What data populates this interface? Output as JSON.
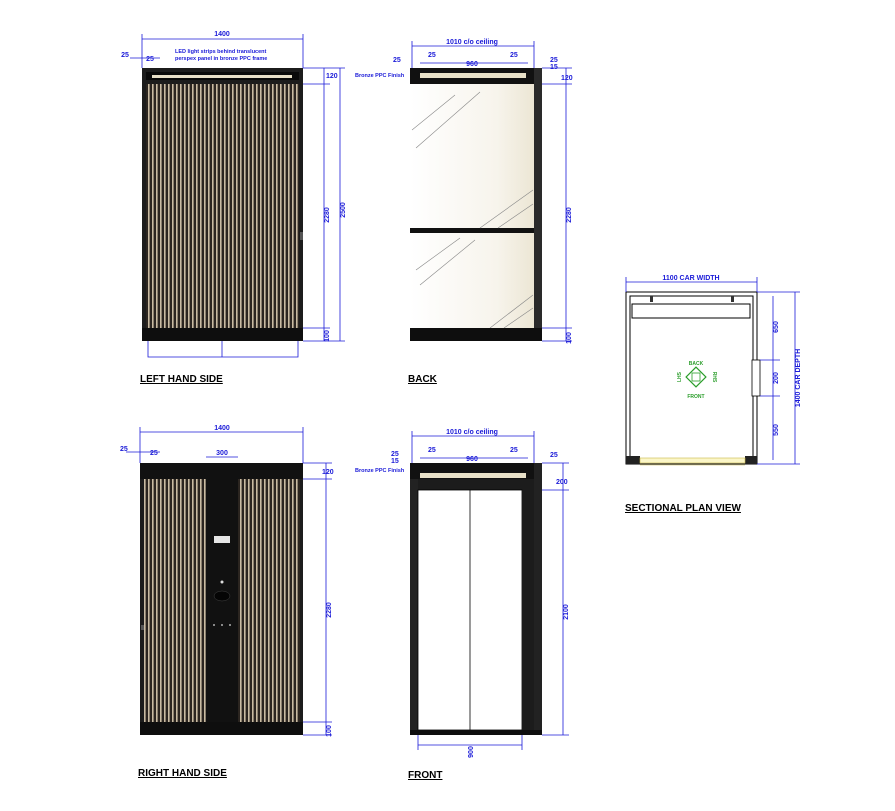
{
  "views": {
    "left_hand_side": {
      "label": "LEFT HAND SIDE",
      "width": "1400",
      "d_left_1": "25",
      "d_left_2": "25",
      "top_h": "120",
      "mid_h": "2280",
      "total_h": "2500",
      "bottom_h": "100",
      "note_line1": "LED light strips behind translucent",
      "note_line2": "perspex panel in bronze PPC frame"
    },
    "back": {
      "label": "BACK",
      "ceiling": "1010 c/o ceiling",
      "inner": "960",
      "d_l1": "25",
      "d_l2": "25",
      "d_r1": "25",
      "d_r2": "25",
      "d_r3": "15",
      "top_h": "120",
      "mid_h": "2280",
      "bottom_h": "100",
      "note": "Bronze PPC Finish"
    },
    "right_hand_side": {
      "label": "RIGHT HAND SIDE",
      "width": "1400",
      "d_l1": "25",
      "d_l2": "25",
      "panel_w": "300",
      "top_h": "120",
      "mid_h": "2280",
      "bottom_h": "100"
    },
    "front": {
      "label": "FRONT",
      "ceiling": "1010 c/o ceiling",
      "inner": "960",
      "d_l1": "25",
      "d_l2": "15",
      "d_l3": "25",
      "d_r1": "25",
      "d_r2": "25",
      "top_h": "200",
      "door_h": "2100",
      "door_w": "900",
      "note": "Bronze PPC Finish"
    },
    "sectional_plan": {
      "label": "SECTIONAL PLAN VIEW",
      "car_width": "1100 CAR WIDTH",
      "car_depth": "1400 CAR DEPTH",
      "upper": "650",
      "lower": "550",
      "mid": "200",
      "compass_back": "BACK",
      "compass_front": "FRONT",
      "compass_lhs": "LHS",
      "compass_rhs": "RHS"
    }
  }
}
